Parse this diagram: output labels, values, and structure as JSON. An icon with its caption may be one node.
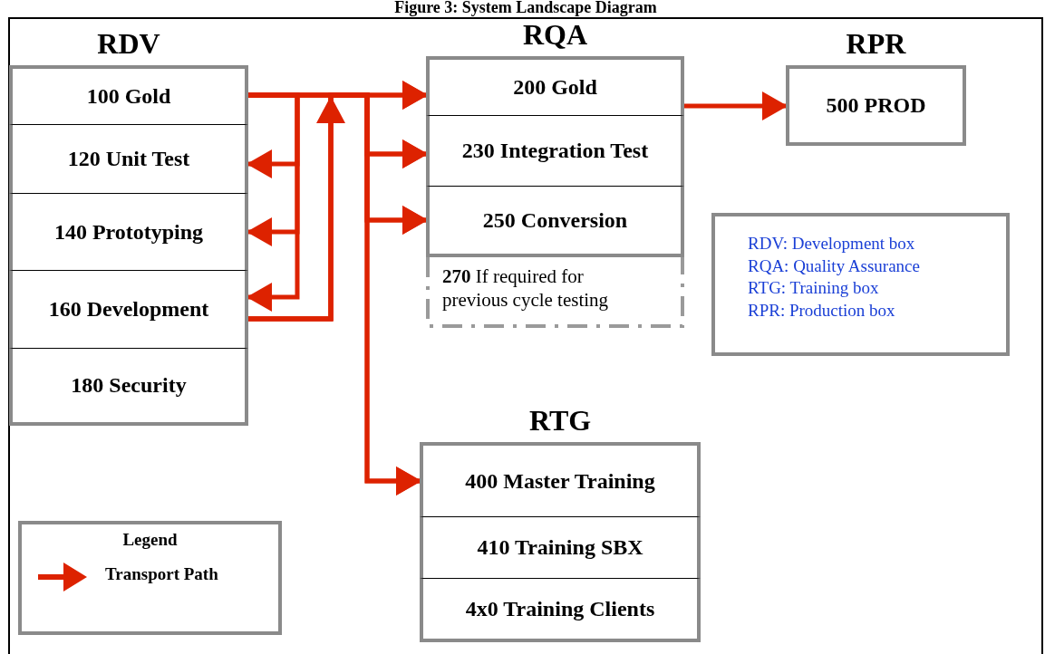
{
  "diagram": {
    "title": "Figure 3: System Landscape Diagram",
    "nodes": [
      {
        "text": [
          "RDV"
        ]
      },
      {
        "text": [
          "100 Gold"
        ],
        "in": 0
      },
      {
        "text": [
          "120 Unit Test"
        ],
        "in": 0
      },
      {
        "text": [
          "140 Prototyping"
        ],
        "in": 0
      },
      {
        "text": [
          "160 Development"
        ],
        "in": 0
      },
      {
        "text": [
          "180 Security"
        ],
        "in": 0
      },
      {
        "text": [
          "RQA"
        ]
      },
      {
        "text": [
          "200 Gold"
        ],
        "in": 6
      },
      {
        "text": [
          "230 Integration Test"
        ],
        "in": 6
      },
      {
        "text": [
          "250 Conversion"
        ],
        "in": 6
      },
      {
        "text": [
          "**270** If required for previous cycle testing"
        ]
      },
      {
        "text": [
          "RPR"
        ]
      },
      {
        "text": [
          "500 PROD"
        ],
        "in": 11
      },
      {
        "text": [
          "RDV: Development box",
          "RQA: Quality Assurance",
          "RTG: Training box",
          "RPR: Production box"
        ]
      },
      {
        "text": [
          "RTG"
        ]
      },
      {
        "text": [
          "400 Master Training"
        ],
        "in": 14
      },
      {
        "text": [
          "410 Training SBX"
        ],
        "in": 14
      },
      {
        "text": [
          "4x0 Training Clients"
        ],
        "in": 14
      }
    ],
    "edges": [
      {
        "from": 1,
        "to": 7,
        "arrow": "to"
      },
      {
        "from": 1,
        "to": 8,
        "arrow": "to"
      },
      {
        "from": 1,
        "to": 9,
        "arrow": "to"
      },
      {
        "from": 1,
        "to": 15,
        "arrow": "to"
      },
      {
        "from": 1,
        "to": 2,
        "arrow": "to"
      },
      {
        "from": 1,
        "to": 3,
        "arrow": "to"
      },
      {
        "from": 1,
        "to": 4,
        "arrow": "to"
      },
      {
        "from": 4,
        "to": 7,
        "arrow": "to"
      },
      {
        "from": 4,
        "to": 8,
        "arrow": "to"
      },
      {
        "from": 4,
        "to": 9,
        "arrow": "to"
      },
      {
        "from": 4,
        "to": 15,
        "arrow": "to"
      },
      {
        "from": 7,
        "to": 12,
        "arrow": "to"
      }
    ],
    "labels": [
      "Legend"
    ],
    "legend": [
      {
        "text": "Transport Path"
      }
    ]
  }
}
